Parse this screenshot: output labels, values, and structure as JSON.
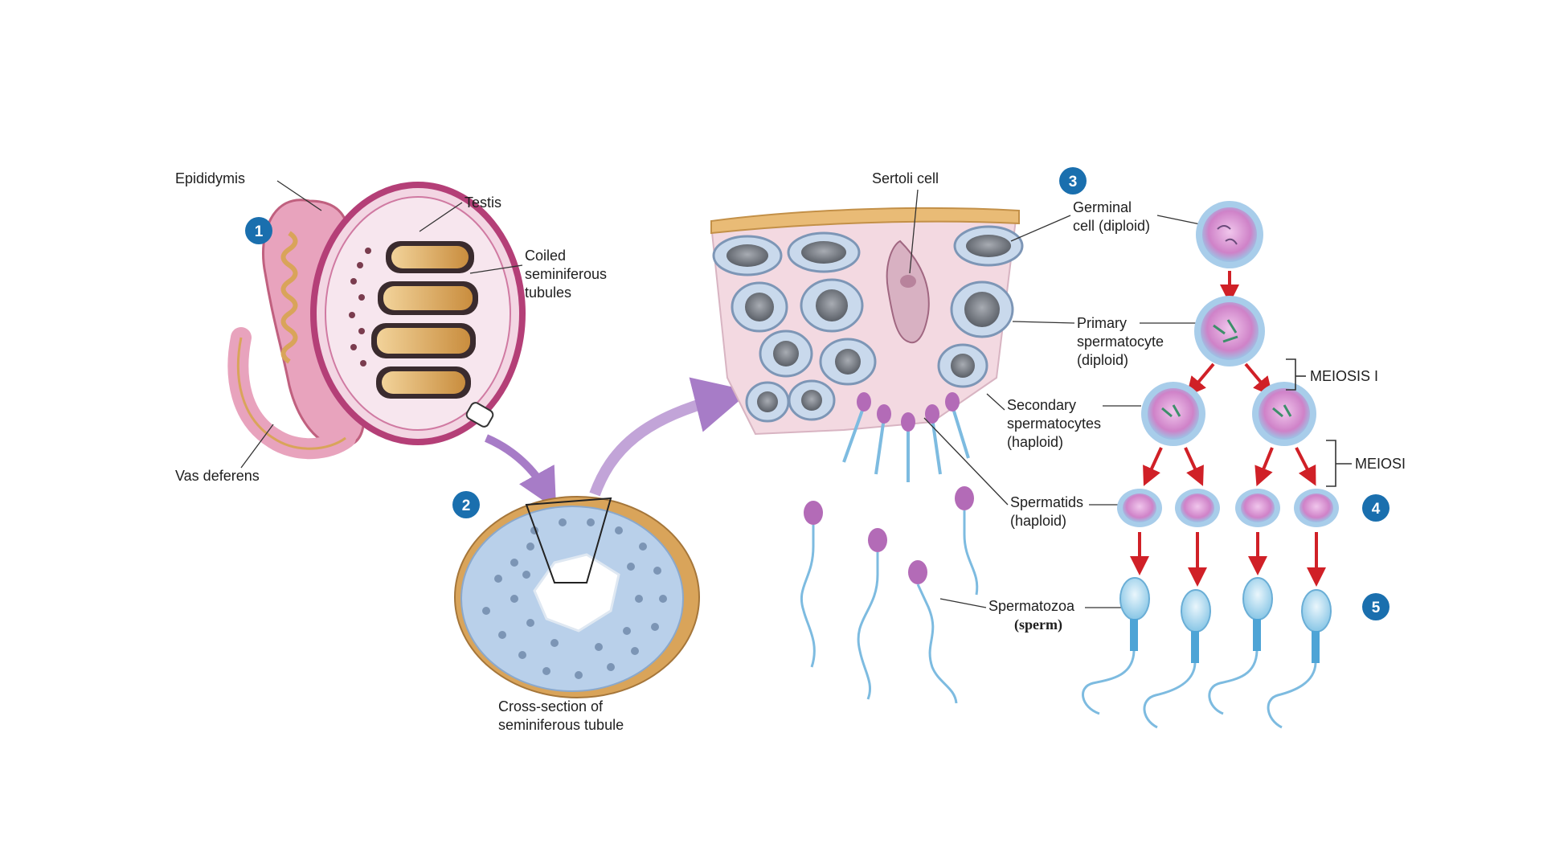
{
  "labels": {
    "epididymis": "Epididymis",
    "testis": "Testis",
    "coiled_1": "Coiled",
    "coiled_2": "seminiferous",
    "coiled_3": "tubules",
    "vas_deferens": "Vas deferens",
    "cross_section_1": "Cross-section of",
    "cross_section_2": "seminiferous tubule",
    "sertoli": "Sertoli cell",
    "germinal_1": "Germinal",
    "germinal_2": "cell (diploid)",
    "primary_1": "Primary",
    "primary_2": "spermatocyte",
    "primary_3": "(diploid)",
    "secondary_1": "Secondary",
    "secondary_2": "spermatocytes",
    "secondary_3": "(haploid)",
    "spermatids_1": "Spermatids",
    "spermatids_2": "(haploid)",
    "spermatozoa_1": "Spermatozoa",
    "spermatozoa_2": "(sperm)",
    "meiosis_1": "MEIOSIS I",
    "meiosis_2": "MEIOSI"
  },
  "steps": [
    "1",
    "2",
    "3",
    "4",
    "5"
  ],
  "colors": {
    "step_badge": "#1a6fae",
    "arrow": "#d02027",
    "cell_fill": "#d88fd1",
    "cell_ring": "#a8cdea",
    "sperm_head": "#bfe3f4",
    "testis_pink": "#e8a3bd",
    "tubule_tan": "#d9a45a"
  }
}
